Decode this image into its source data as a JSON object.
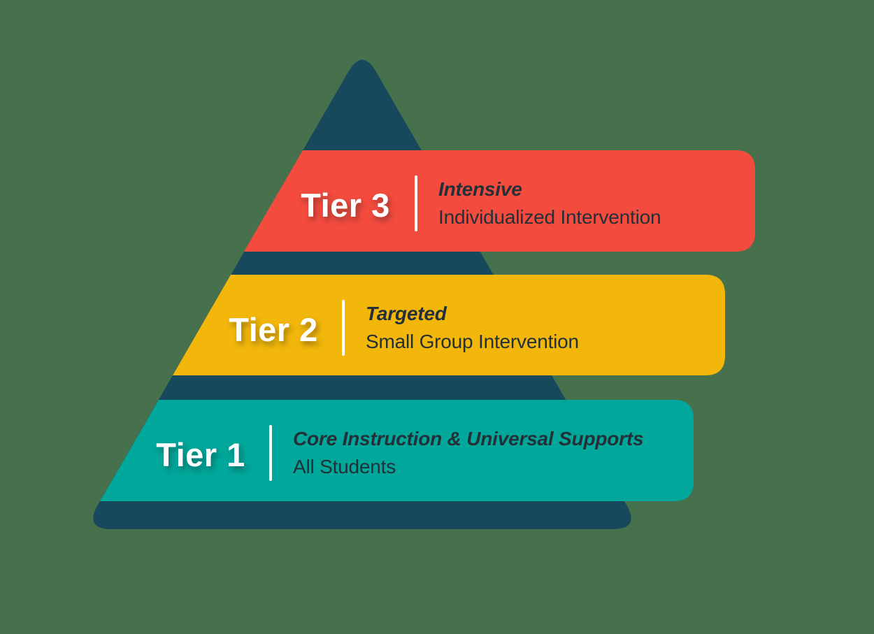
{
  "diagram": {
    "type": "tiered-pyramid",
    "tier_count": 3
  },
  "colors": {
    "background": "#47714c",
    "pyramid": "#17495c",
    "tier3_band": "#f34b3e",
    "tier2_band": "#f2b70a",
    "tier1_band": "#00a79a",
    "label_text": "#ffffff",
    "subtitle_text": "#233038",
    "divider": "#ffffff"
  },
  "tiers": [
    {
      "id": "tier-3",
      "label": "Tier 3",
      "emphasis": "Intensive",
      "description": "Individualized Intervention"
    },
    {
      "id": "tier-2",
      "label": "Tier 2",
      "emphasis": "Targeted",
      "description": "Small Group Intervention"
    },
    {
      "id": "tier-1",
      "label": "Tier 1",
      "emphasis": "Core Instruction & Universal Supports",
      "description": "All Students"
    }
  ]
}
